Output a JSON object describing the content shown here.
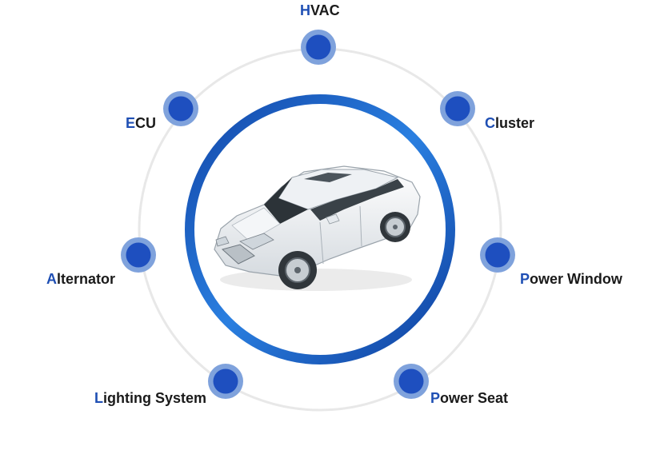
{
  "diagram": {
    "center": {
      "image": "white-sedan-car"
    },
    "colors": {
      "accent": "#1f5cc8",
      "node_fill": "#1e4fbf",
      "node_halo": "#7fa2dc",
      "outer_ring": "#e6e6e6"
    },
    "nodes": [
      {
        "initial": "H",
        "rest": "VAC"
      },
      {
        "initial": "C",
        "rest": "luster"
      },
      {
        "initial": "P",
        "rest": "ower Window"
      },
      {
        "initial": "P",
        "rest": "ower Seat"
      },
      {
        "initial": "L",
        "rest": "ighting System"
      },
      {
        "initial": "A",
        "rest": "lternator"
      },
      {
        "initial": "E",
        "rest": "CU"
      }
    ]
  }
}
